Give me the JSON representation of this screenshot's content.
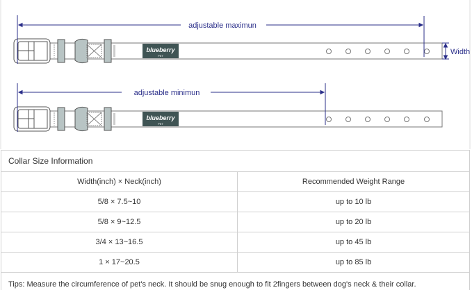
{
  "diagram": {
    "max_label": "adjustable maximun",
    "min_label": "adjustable minimun",
    "width_label": "Width",
    "logo_text": "blueberry",
    "logo_sub": "PET",
    "colors": {
      "arrow": "#2b2f8a",
      "logo_bg": "#3f5454",
      "loop": "#b8c4c4"
    }
  },
  "table": {
    "title": "Collar Size Information",
    "headers": [
      "Width(inch)  ×  Neck(inch)",
      "Recommended Weight Range"
    ],
    "rows": [
      [
        "5/8 × 7.5~10",
        "up to 10 lb"
      ],
      [
        "5/8 × 9~12.5",
        "up to 20 lb"
      ],
      [
        "3/4 × 13~16.5",
        "up to 45 lb"
      ],
      [
        "1 × 17~20.5",
        "up to 85 lb"
      ]
    ],
    "tips": "Tips: Measure the circumference of pet's neck. It should be snug enough to fit 2fingers between dog's neck & their collar."
  }
}
